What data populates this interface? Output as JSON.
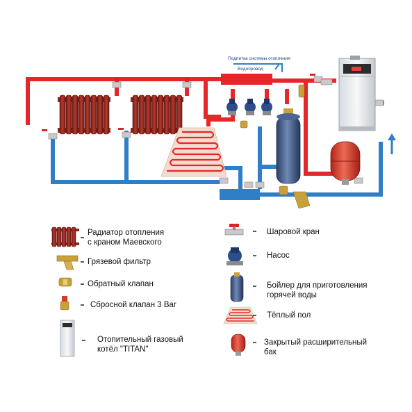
{
  "colors": {
    "supply": "#e5262a",
    "return": "#2e7fc8",
    "radiator": "#9c2b22",
    "boiler_body": "#eef0f2",
    "cylinder": "#3d5a8a",
    "tank": "#d93a2a",
    "pump": "#2c4f8c",
    "brass": "#c9a13b"
  },
  "scheme": {
    "makeup_label": "Подпитка системы отопления",
    "water_label": "Водопровод"
  },
  "legend": [
    {
      "icon": "radiator-icon",
      "text": "Радиатор отопления\nс краном Маевского"
    },
    {
      "icon": "strainer-icon",
      "text": "Грязевой фильтр"
    },
    {
      "icon": "check-valve-icon",
      "text": "Обратный клапан"
    },
    {
      "icon": "relief-valve-icon",
      "text": "Сбросной клапан 3 Bar"
    },
    {
      "icon": "gas-boiler-icon",
      "text": "Отопительный газовый\nкотёл \"TITAN\""
    },
    {
      "icon": "ball-valve-icon",
      "text": "Шаровой кран"
    },
    {
      "icon": "pump-icon",
      "text": "Насос"
    },
    {
      "icon": "water-heater-icon",
      "text": "Бойлер для приготовления\nгорячей воды"
    },
    {
      "icon": "floor-heating-icon",
      "text": "Тёплый пол"
    },
    {
      "icon": "expansion-tank-icon",
      "text": "Закрытый расширительный\nбак"
    }
  ]
}
